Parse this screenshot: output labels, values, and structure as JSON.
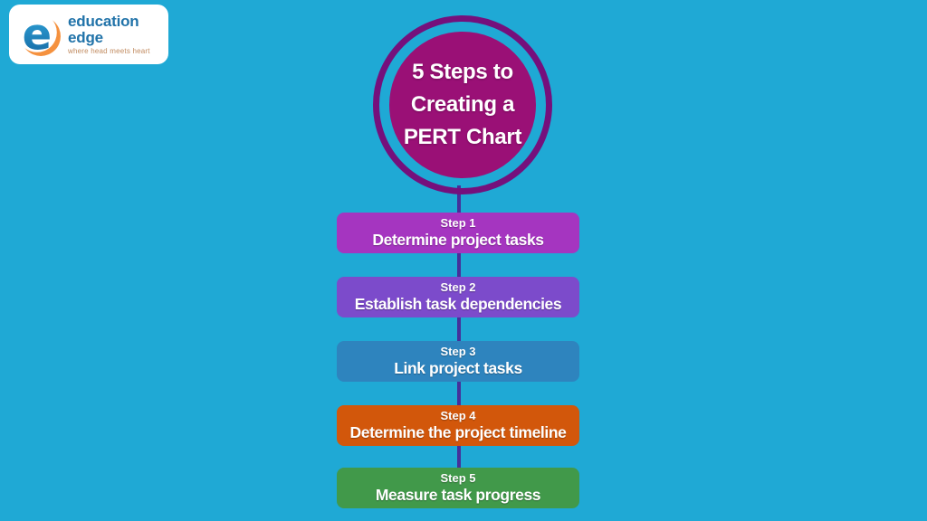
{
  "background_color": "#1FA9D5",
  "logo": {
    "line1": "education",
    "line2": "edge",
    "tagline": "where head meets heart",
    "text_color": "#2173A9",
    "tagline_color": "#C08A5F",
    "icon": "education-edge-e-swirl",
    "icon_blue_top": "#2FA7DC",
    "icon_blue_bottom": "#1565A0",
    "icon_orange": "#F5913E"
  },
  "title_circle": {
    "lines": [
      "5 Steps to",
      "Creating a",
      "PERT Chart"
    ],
    "fill": "#9A1076",
    "ring": "#75107C",
    "text_color": "#FFFFFF"
  },
  "connector_color": "#45309A",
  "steps": [
    {
      "label": "Step 1",
      "title": "Determine project tasks",
      "color": "#A535C0"
    },
    {
      "label": "Step 2",
      "title": "Establish task dependencies",
      "color": "#7C4BCB"
    },
    {
      "label": "Step 3",
      "title": "Link project tasks",
      "color": "#2E84BE"
    },
    {
      "label": "Step 4",
      "title": "Determine the project timeline",
      "color": "#D2570B"
    },
    {
      "label": "Step 5",
      "title": "Measure task progress",
      "color": "#41994A"
    }
  ]
}
